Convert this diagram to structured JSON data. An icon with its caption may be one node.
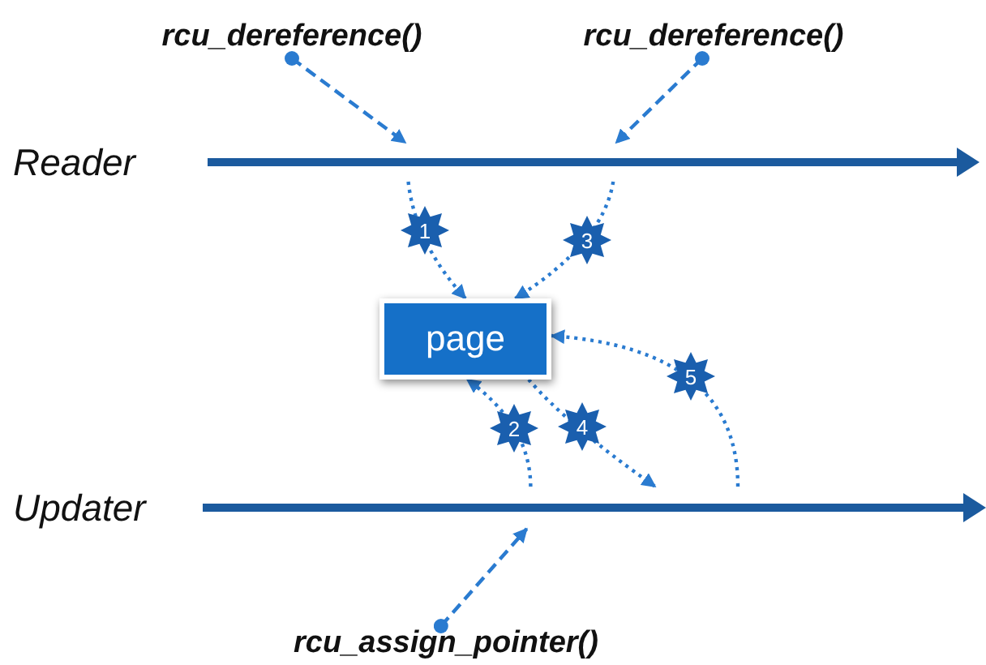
{
  "diagram": {
    "nodes": [
      {
        "text": [
          "rcu_dereference()"
        ]
      },
      {
        "text": [
          "rcu_dereference()"
        ]
      },
      {
        "text": [
          "Reader"
        ]
      },
      {
        "text": [
          "page"
        ]
      },
      {
        "text": [
          "Updater"
        ]
      },
      {
        "text": [
          "rcu_assign_pointer()"
        ]
      }
    ],
    "edges": [
      {
        "from": 0,
        "to": 2,
        "arrow": "to",
        "style": "dashed"
      },
      {
        "from": 1,
        "to": 2,
        "arrow": "to",
        "style": "dashed"
      },
      {
        "from": 2,
        "to": 3,
        "arrow": "to",
        "label": "1"
      },
      {
        "from": 4,
        "to": 3,
        "arrow": "to",
        "label": "2"
      },
      {
        "from": 2,
        "to": 3,
        "arrow": "to",
        "label": "3"
      },
      {
        "from": 3,
        "to": 4,
        "arrow": "to",
        "label": "4"
      },
      {
        "from": 4,
        "to": 3,
        "arrow": "to",
        "label": "5"
      },
      {
        "from": 5,
        "to": 4,
        "arrow": "to",
        "style": "dashed"
      }
    ]
  }
}
